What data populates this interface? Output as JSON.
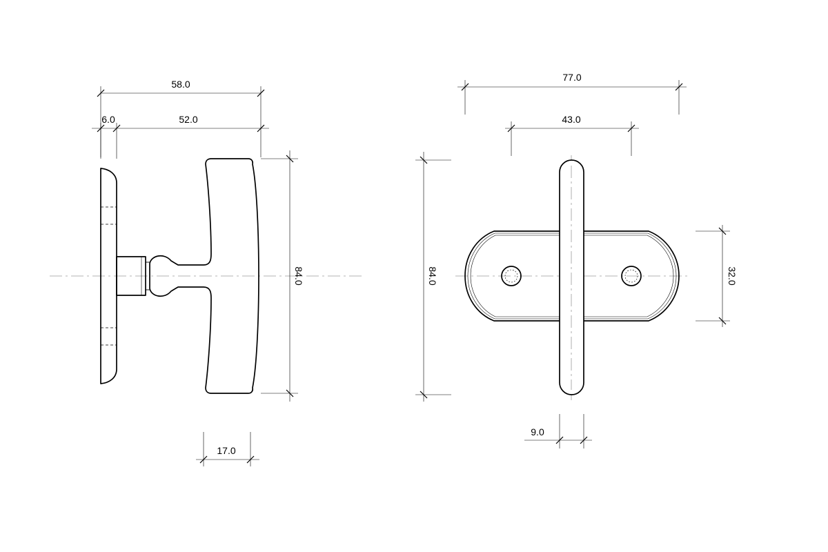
{
  "side_view": {
    "dim_overall_width": "58.0",
    "dim_rose_thickness": "6.0",
    "dim_projection": "52.0",
    "dim_handle_height": "84.0",
    "dim_grip_depth": "17.0"
  },
  "front_view": {
    "dim_plate_width": "77.0",
    "dim_hole_spacing": "43.0",
    "dim_handle_height": "84.0",
    "dim_plate_height": "32.0",
    "dim_bar_width": "9.0"
  }
}
